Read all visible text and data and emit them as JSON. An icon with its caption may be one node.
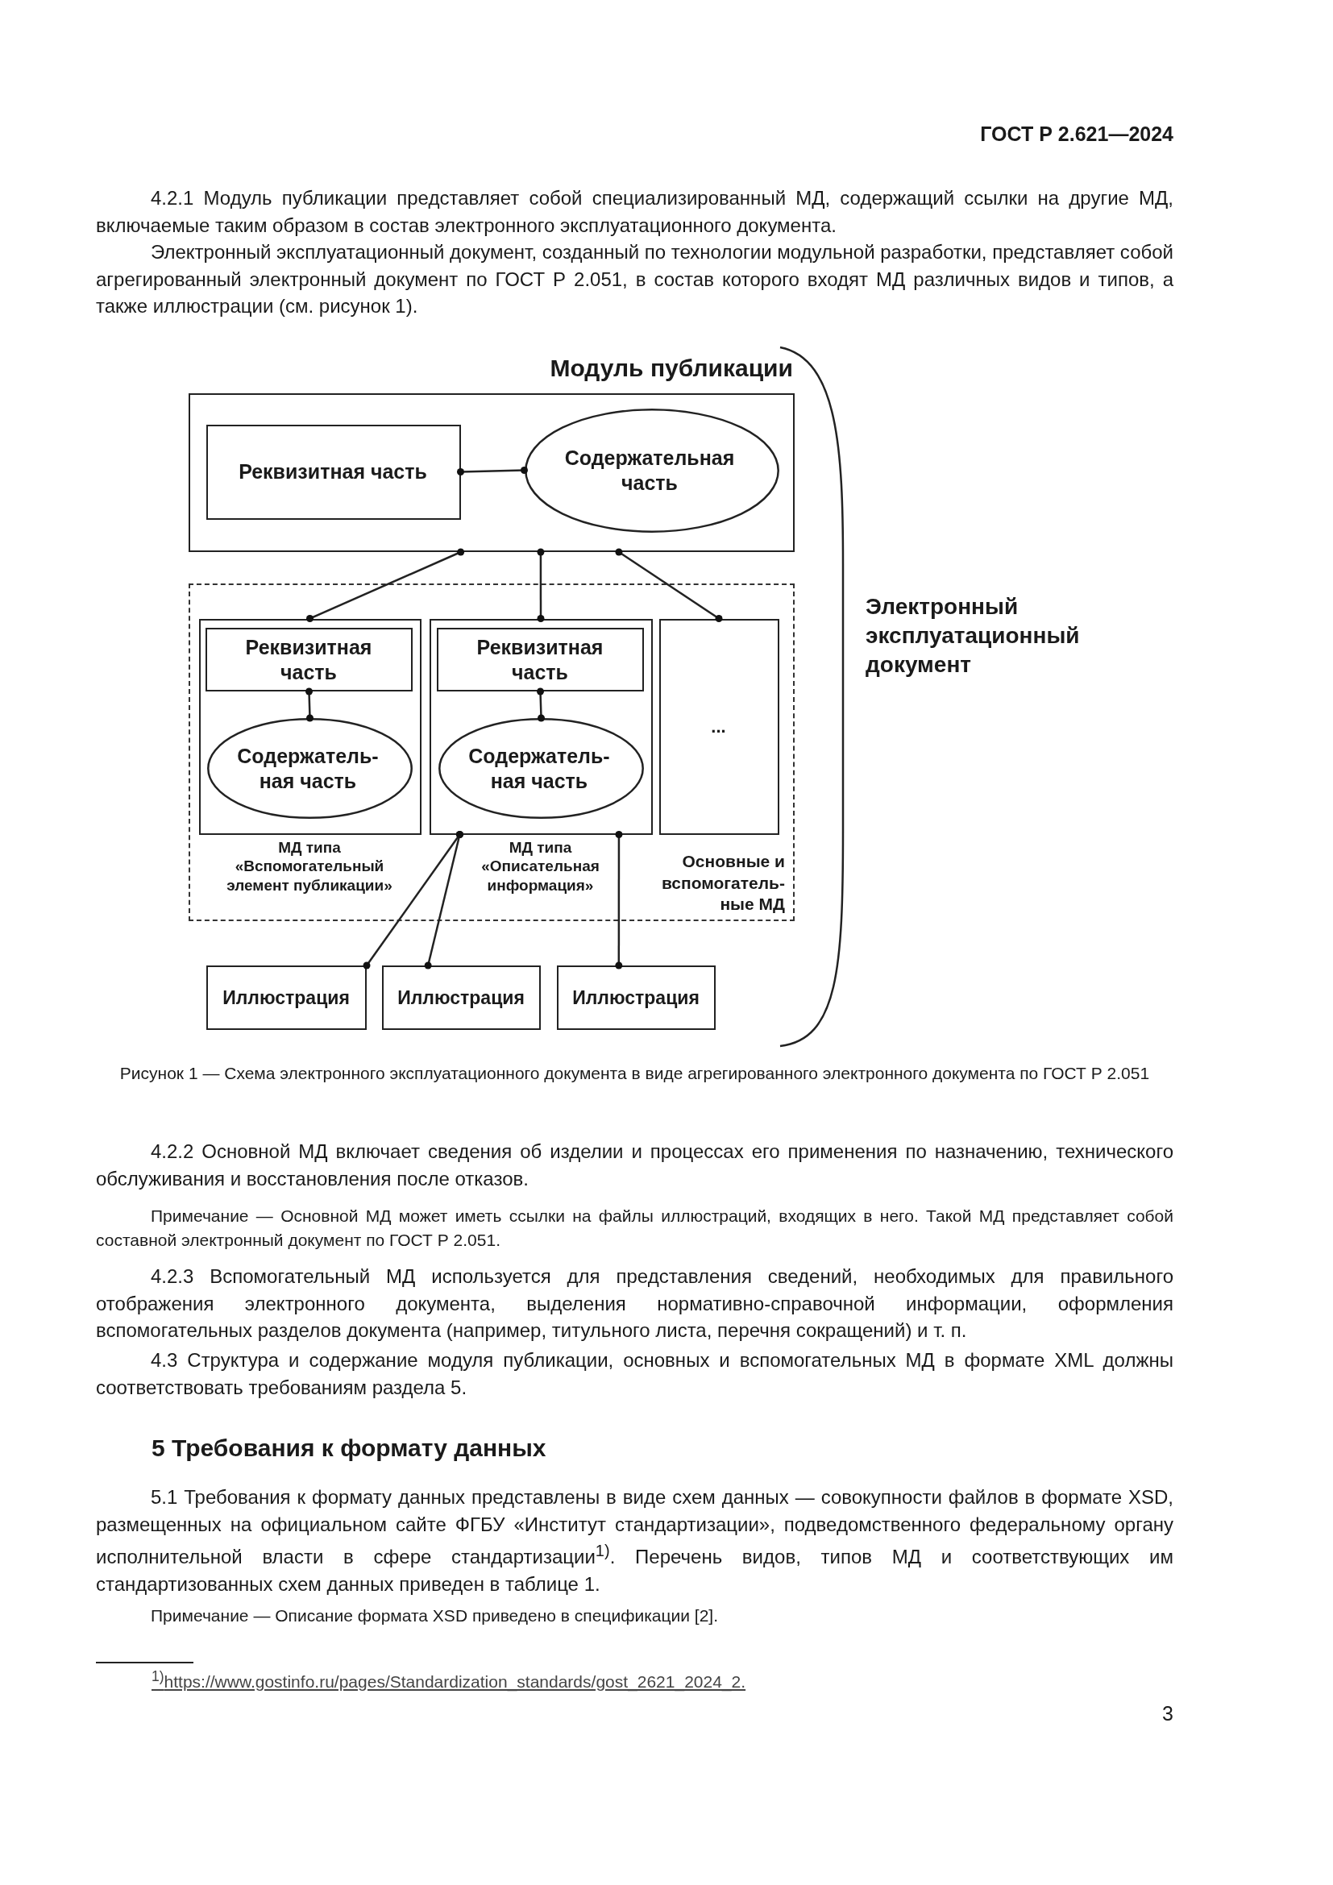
{
  "diagram": {
    "caption": "Рисунок 1 — Схема электронного эксплуатационного документа в виде агрегированного электронного документа по ГОСТ Р 2.051",
    "nodes": [
      {
        "text": [
          "Модуль публикации"
        ]
      },
      {
        "text": [
          "Реквизитная часть"
        ],
        "in": 0
      },
      {
        "text": [
          "Содержательная часть"
        ],
        "in": 0
      },
      {
        "text": [
          "Основные и вспомогатель-ные МД"
        ]
      },
      {
        "text": [
          "МД типа «Вспомогательный элемент публикации»"
        ],
        "in": 3
      },
      {
        "text": [
          "Реквизитная часть"
        ],
        "in": 4
      },
      {
        "text": [
          "Содержатель-ная часть"
        ],
        "in": 4
      },
      {
        "text": [
          "МД типа «Описательная информация»"
        ],
        "in": 3
      },
      {
        "text": [
          "Реквизитная часть"
        ],
        "in": 7
      },
      {
        "text": [
          "Содержатель-ная часть"
        ],
        "in": 7
      },
      {
        "text": [
          "..."
        ],
        "in": 3
      },
      {
        "text": [
          "Иллюстрация"
        ]
      },
      {
        "text": [
          "Иллюстрация"
        ]
      },
      {
        "text": [
          "Иллюстрация"
        ]
      }
    ],
    "edges": [
      {
        "from": 1,
        "to": 2,
        "arrow": "other"
      },
      {
        "from": 0,
        "to": 4,
        "arrow": "other"
      },
      {
        "from": 0,
        "to": 7,
        "arrow": "other"
      },
      {
        "from": 0,
        "to": 10,
        "arrow": "other"
      },
      {
        "from": 5,
        "to": 6,
        "arrow": "other"
      },
      {
        "from": 8,
        "to": 9,
        "arrow": "other"
      },
      {
        "from": 7,
        "to": 11,
        "arrow": "other"
      },
      {
        "from": 7,
        "to": 12,
        "arrow": "other"
      },
      {
        "from": 7,
        "to": 13,
        "arrow": "other"
      }
    ],
    "labels": [
      "ГОСТ Р 2.621—2024",
      "4.2.1 Модуль публикации представляет собой специализированный МД, содержащий ссылки на другие МД, включаемые таким образом в состав электронного эксплуатационного документа.",
      "Электронный эксплуатационный документ, созданный по технологии модульной разработки, представляет собой агрегированный электронный документ по ГОСТ Р 2.051, в состав которого входят МД различных видов и типов, а также иллюстрации (см. рисунок 1).",
      "Электронный эксплуатационный документ",
      "4.2.2 Основной МД включает сведения об изделии и процессах его применения по назначению, технического обслуживания и восстановления после отказов.",
      "Примечание — Основной МД может иметь ссылки на файлы иллюстраций, входящих в него. Такой МД представляет собой составной электронный документ по ГОСТ Р 2.051.",
      "4.2.3 Вспомогательный МД используется для представления сведений, необходимых для правильного отображения электронного документа, выделения нормативно-справочной информации, оформления вспомогательных разделов документа (например, титульного листа, перечня сокращений) и т. п.",
      "4.3 Структура и содержание модуля публикации, основных и вспомогательных МД в формате XML должны соответствовать требованиям раздела 5.",
      "5 Требования к формату данных",
      "5.1 Требования к формату данных представлены в виде схем данных — совокупности файлов в формате XSD, размещенных на официальном сайте ФГБУ «Институт стандартизации», подведомственного федеральному органу исполнительной власти в сфере стандартизации$^{1)}$. Перечень видов, типов МД и соответствующих им стандартизованных схем данных приведен в таблице 1.",
      "Примечание — Описание формата XSD приведено в спецификации [2].",
      "$^{1)}$https://www.gostinfo.ru/pages/Standardization_standards/gost_2621_2024_2.",
      "3"
    ]
  }
}
